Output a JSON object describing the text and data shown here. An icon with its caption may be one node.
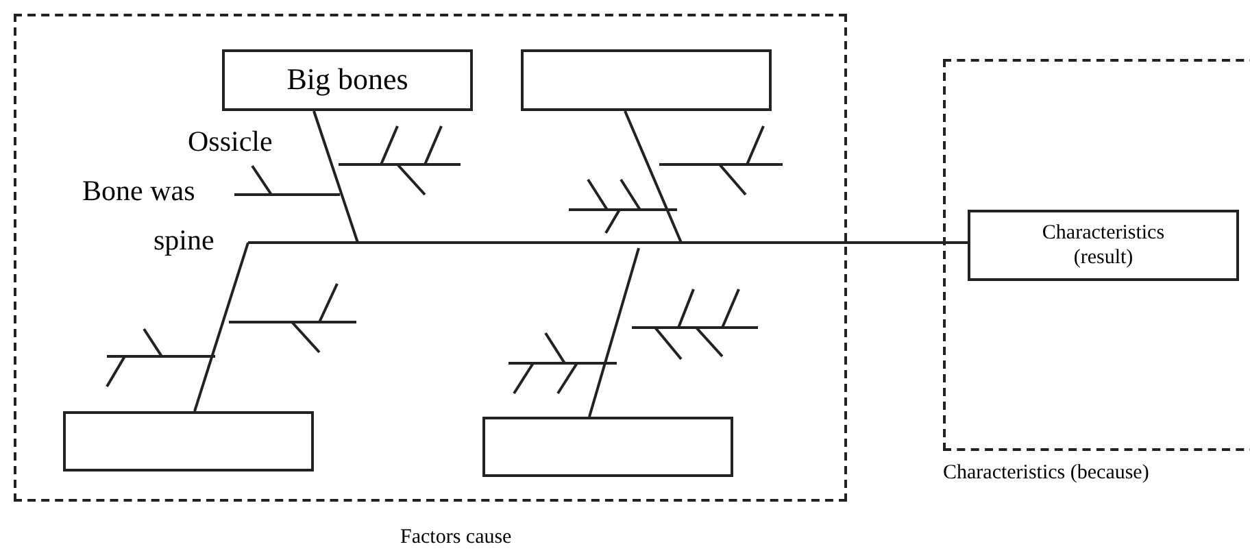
{
  "diagram": {
    "nodes": [
      {
        "text": [
          "Factors cause"
        ]
      },
      {
        "text": [
          "Big bones"
        ],
        "in": 0
      },
      {
        "text": [],
        "shape": "box",
        "in": 0
      },
      {
        "text": [],
        "shape": "box",
        "in": 0
      },
      {
        "text": [],
        "shape": "box",
        "in": 0
      },
      {
        "text": [
          "Characteristics (because)"
        ]
      },
      {
        "text": [
          "Characteristics (result)"
        ],
        "in": 5
      }
    ],
    "edges": [
      {
        "from": null,
        "to": 6,
        "arrow": "none"
      },
      {
        "from": 1,
        "to": null,
        "arrow": "none"
      },
      {
        "from": 2,
        "to": null,
        "arrow": "none"
      },
      {
        "from": 3,
        "to": null,
        "arrow": "none"
      },
      {
        "from": 4,
        "to": null,
        "arrow": "none"
      }
    ],
    "labels": [
      "Ossicle",
      "Bone was",
      "spine"
    ]
  }
}
